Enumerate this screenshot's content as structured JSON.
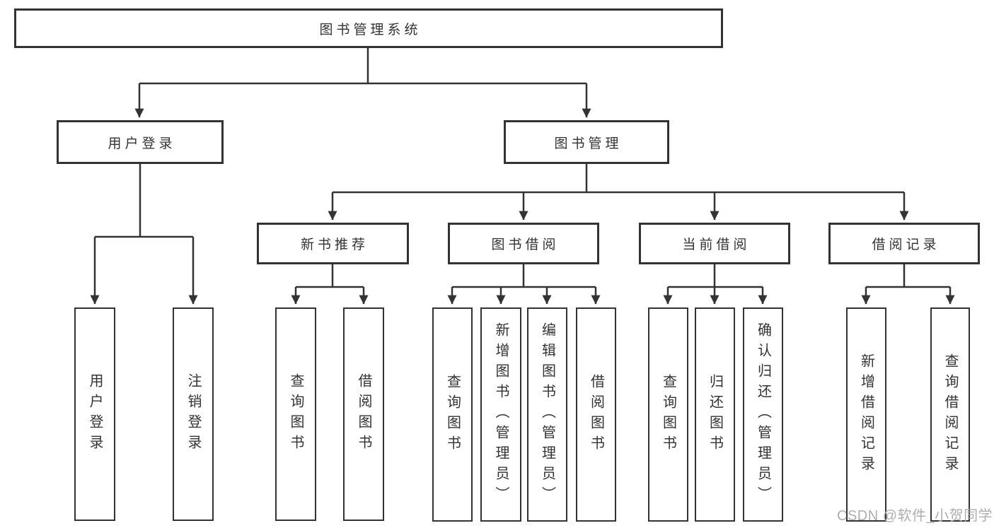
{
  "root": {
    "label": "图书管理系统"
  },
  "level2": [
    {
      "label": "用户登录"
    },
    {
      "label": "图书管理"
    }
  ],
  "level3": [
    {
      "label": "新书推荐"
    },
    {
      "label": "图书借阅"
    },
    {
      "label": "当前借阅"
    },
    {
      "label": "借阅记录"
    }
  ],
  "leaves": {
    "user_login": [
      "用户登录",
      "注销登录"
    ],
    "new_book": [
      "查询图书",
      "借阅图书"
    ],
    "book_borrow": [
      "查询图书",
      "新增图书（管理员）",
      "编辑图书（管理员）",
      "借阅图书"
    ],
    "current_borrow": [
      "查询图书",
      "归还图书",
      "确认归还（管理员）"
    ],
    "borrow_record": [
      "新增借阅记录",
      "查询借阅记录"
    ]
  },
  "watermark": "CSDN @软件_小贺同学",
  "colors": {
    "line": "#333333",
    "border": "#333333",
    "text": "#333333",
    "background": "#ffffff",
    "watermark": "#aeaeae"
  }
}
